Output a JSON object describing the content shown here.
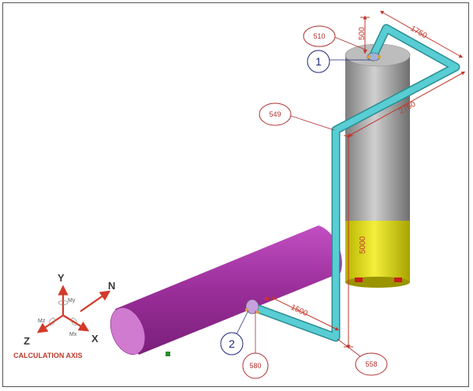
{
  "dimensions": {
    "top_height": "500",
    "top_run": "1750",
    "diagonal_run": "2750",
    "riser_height": "5000",
    "bottom_run": "1500"
  },
  "callouts": {
    "c510": "510",
    "c549": "549",
    "c558": "558",
    "c580": "580"
  },
  "nodes": {
    "n1": "1",
    "n2": "2"
  },
  "axis": {
    "y": "Y",
    "x": "X",
    "z": "Z",
    "n": "N",
    "my": "My",
    "mx": "Mx",
    "mz": "Mz",
    "caption": "CALCULATION AXIS"
  },
  "colors": {
    "pipe": "#4fc3c8",
    "vessel_gray": "#a8a8a8",
    "vessel_yellow": "#e6e21c",
    "horizontal_vessel": "#b040b0",
    "dimension_red": "#c0392b",
    "node_blue": "#1f2a7a"
  }
}
